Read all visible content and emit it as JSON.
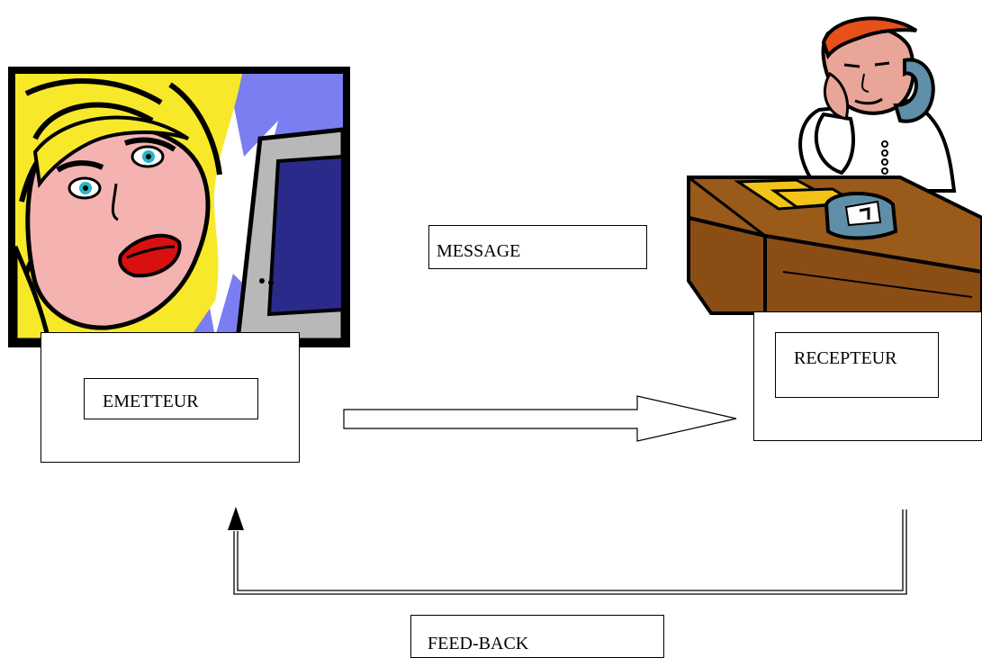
{
  "diagram": {
    "labels": {
      "sender": "EMETTEUR",
      "message": "MESSAGE",
      "receiver": "RECEPTEUR",
      "feedback": "FEED-BACK"
    }
  },
  "illustrations": {
    "sender_image": "woman-at-computer-clipart",
    "receiver_image": "man-on-phone-at-desk-clipart"
  },
  "colors": {
    "sender_frame": "#000000",
    "sender_hair": "#f8e82a",
    "sender_background": "#7b7ef0",
    "sender_skin": "#f4b3b0",
    "sender_lips": "#d81010",
    "monitor_gray": "#b8b8b8",
    "monitor_screen": "#2a2a8a",
    "receiver_hair": "#e8501a",
    "receiver_skin": "#e8a598",
    "receiver_shirt": "#ffffff",
    "phone_blue": "#5f8fa8",
    "desk_brown": "#9a5a1a",
    "desk_paper": "#f2c418",
    "arrow_stroke": "#000000"
  }
}
